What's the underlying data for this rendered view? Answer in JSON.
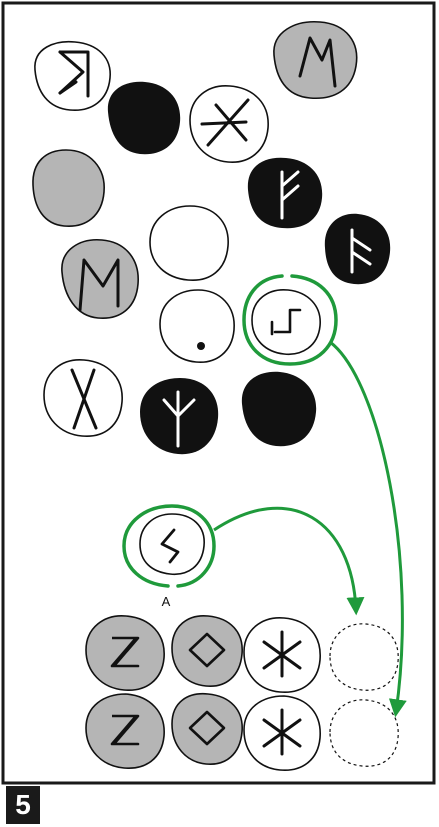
{
  "puzzle": {
    "step_number": "5",
    "target_label": "A",
    "colors": {
      "stone_gray": "#b5b5b5",
      "stone_black": "#111111",
      "stone_white": "#ffffff",
      "guide_green": "#1f9a3b",
      "frame": "#1a1a1a"
    },
    "stones": [
      {
        "id": "stone-dagaz-outline",
        "fill": "white",
        "rune": "dagaz-icon"
      },
      {
        "id": "stone-blank-black-1",
        "fill": "black",
        "rune": "none"
      },
      {
        "id": "stone-ingwaz-cross",
        "fill": "white",
        "rune": "ingwaz-cross-icon"
      },
      {
        "id": "stone-mannaz-gray-top",
        "fill": "gray",
        "rune": "mannaz-icon"
      },
      {
        "id": "stone-blank-gray",
        "fill": "gray",
        "rune": "none"
      },
      {
        "id": "stone-fehu-black",
        "fill": "black",
        "rune": "fehu-icon"
      },
      {
        "id": "stone-blank-white",
        "fill": "white",
        "rune": "none"
      },
      {
        "id": "stone-ansuz-black",
        "fill": "black",
        "rune": "ansuz-icon"
      },
      {
        "id": "stone-mannaz-gray",
        "fill": "gray",
        "rune": "mannaz-icon"
      },
      {
        "id": "stone-dot-white",
        "fill": "white",
        "rune": "dot-icon"
      },
      {
        "id": "stone-eihwaz-highlighted",
        "fill": "white",
        "rune": "eihwaz-icon"
      },
      {
        "id": "stone-gebo-white",
        "fill": "white",
        "rune": "gebo-icon"
      },
      {
        "id": "stone-algiz-black",
        "fill": "black",
        "rune": "algiz-icon"
      },
      {
        "id": "stone-blank-black-2",
        "fill": "black",
        "rune": "none"
      }
    ],
    "target_stone": {
      "id": "stone-sowilo-a",
      "fill": "white",
      "rune": "sowilo-icon"
    },
    "answer_rows": [
      {
        "stones": [
          {
            "fill": "gray",
            "rune": "dagaz-hourglass-icon"
          },
          {
            "fill": "gray",
            "rune": "ingwaz-diamond-icon"
          },
          {
            "fill": "white",
            "rune": "asterisk-icon"
          },
          {
            "fill": "empty",
            "rune": "empty-slot-icon"
          }
        ]
      },
      {
        "stones": [
          {
            "fill": "gray",
            "rune": "dagaz-hourglass-icon"
          },
          {
            "fill": "gray",
            "rune": "ingwaz-diamond-icon"
          },
          {
            "fill": "white",
            "rune": "asterisk-icon"
          },
          {
            "fill": "empty",
            "rune": "empty-slot-icon"
          }
        ]
      }
    ]
  }
}
